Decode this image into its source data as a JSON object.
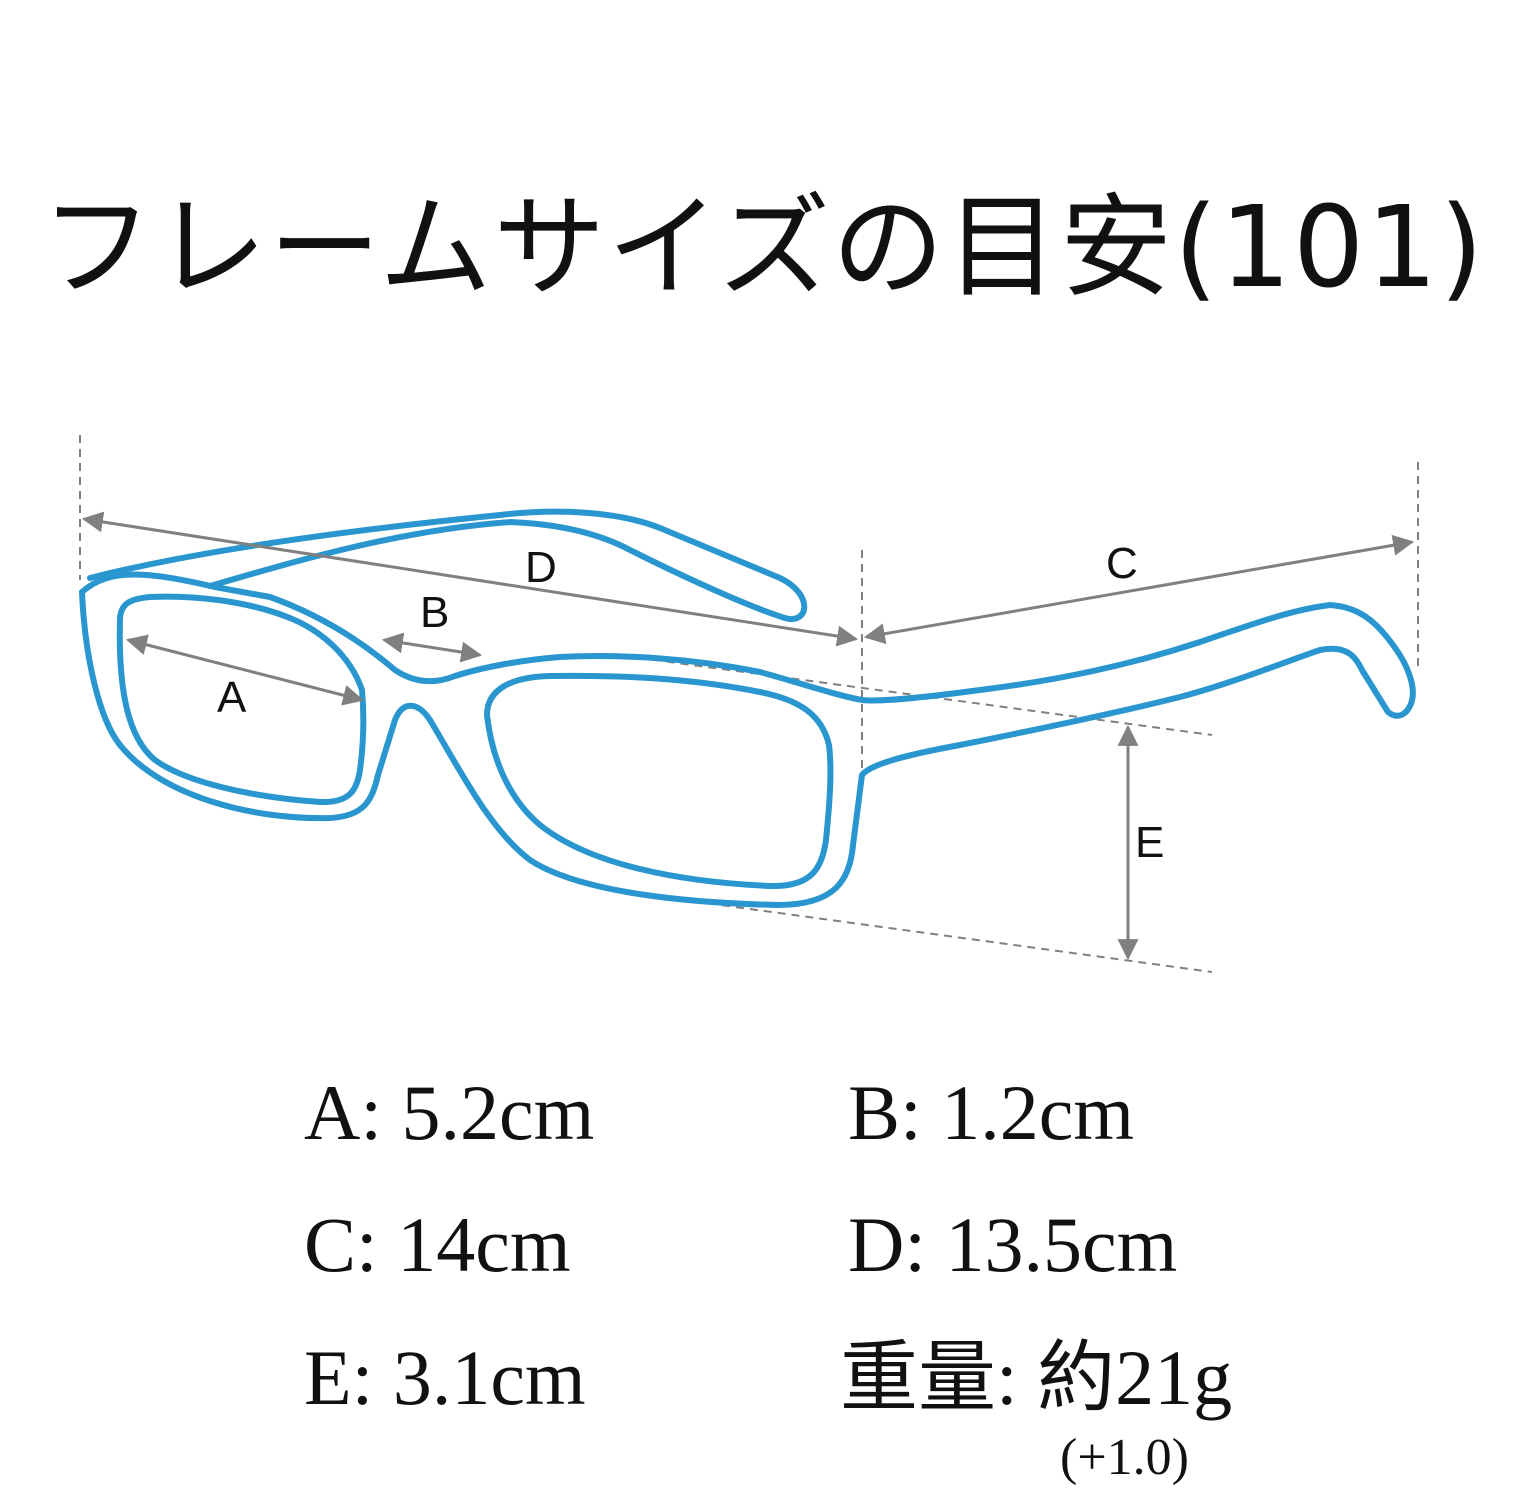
{
  "title": "フレームサイズの目安(101)",
  "labels": {
    "a": "A",
    "b": "B",
    "c": "C",
    "d": "D",
    "e": "E"
  },
  "specs": {
    "a": "A: 5.2cm",
    "b": "B: 1.2cm",
    "c": "C: 14cm",
    "d": "D: 13.5cm",
    "e": "E: 3.1cm",
    "weight": "重量: 約21g",
    "weight_note": "(+1.0)"
  },
  "colors": {
    "frame": "#2a96d0",
    "guide": "#808080",
    "text": "#111111"
  },
  "icons": {
    "frame": "eyeglasses-frame-outline"
  }
}
